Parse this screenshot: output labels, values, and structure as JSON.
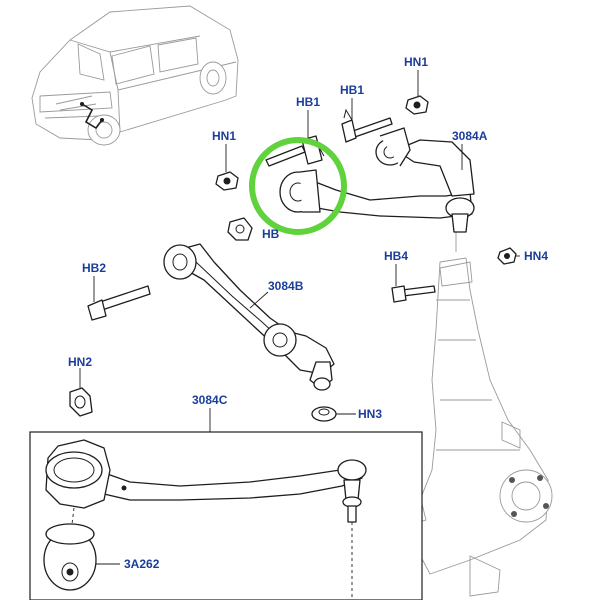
{
  "labels": {
    "hn1_top": "HN1",
    "hb1_mid": "HB1",
    "hb1_left": "HB1",
    "hn1_left": "HN1",
    "arm_3084a": "3084A",
    "hb2": "HB2",
    "hb_partial": "HB",
    "arm_3084b": "3084B",
    "hb4": "HB4",
    "hn4": "HN4",
    "hn2": "HN2",
    "hn3": "HN3",
    "arm_3084c": "3084C",
    "bush_3a262": "3A262"
  },
  "colors": {
    "label_text": "#1a3e9a",
    "highlight_ring": "#5fd23c",
    "line_art": "#1e1e1e",
    "vehicle_outline": "#9a9a9a"
  },
  "icons": {
    "highlight": "circle-highlight",
    "vehicle": "suv-outline",
    "inset": "detail-box"
  }
}
